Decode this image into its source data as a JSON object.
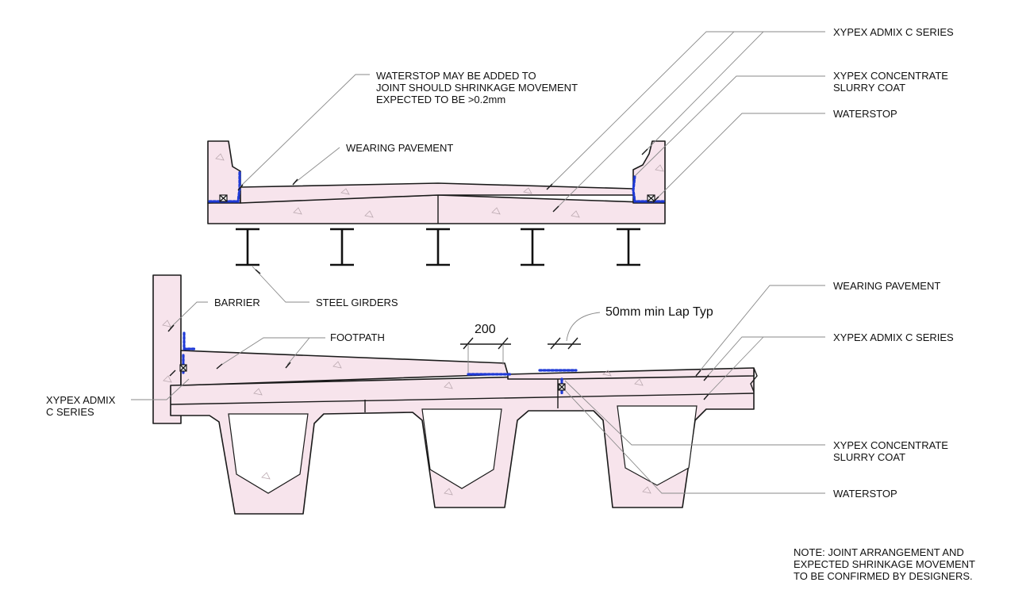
{
  "top_section": {
    "labels": {
      "admix": "XYPEX ADMIX C SERIES",
      "slurry_line1": "XYPEX CONCENTRATE",
      "slurry_line2": "SLURRY COAT",
      "waterstop": "WATERSTOP",
      "waterstop_note_line1": "WATERSTOP MAY BE ADDED TO",
      "waterstop_note_line2": "JOINT SHOULD SHRINKAGE MOVEMENT",
      "waterstop_note_line3": "EXPECTED TO BE >0.2mm",
      "wearing": "WEARING PAVEMENT",
      "girders": "STEEL GIRDERS"
    }
  },
  "bottom_section": {
    "labels": {
      "barrier": "BARRIER",
      "footpath": "FOOTPATH",
      "admix_left_line1": "XYPEX ADMIX",
      "admix_left_line2": "C SERIES",
      "wearing": "WEARING PAVEMENT",
      "admix_right": "XYPEX ADMIX C SERIES",
      "slurry_line1": "XYPEX CONCENTRATE",
      "slurry_line2": "SLURRY COAT",
      "waterstop": "WATERSTOP",
      "dim_200": "200",
      "lap": "50mm min Lap Typ"
    }
  },
  "note": {
    "line1": "NOTE: JOINT ARRANGEMENT AND",
    "line2": "EXPECTED SHRINKAGE MOVEMENT",
    "line3": "TO BE CONFIRMED BY DESIGNERS."
  },
  "colors": {
    "concrete_fill": "#f7e4ec",
    "coating": "#1f3ad6",
    "outline": "#1a1a1a",
    "leader": "#8a8a8a"
  }
}
